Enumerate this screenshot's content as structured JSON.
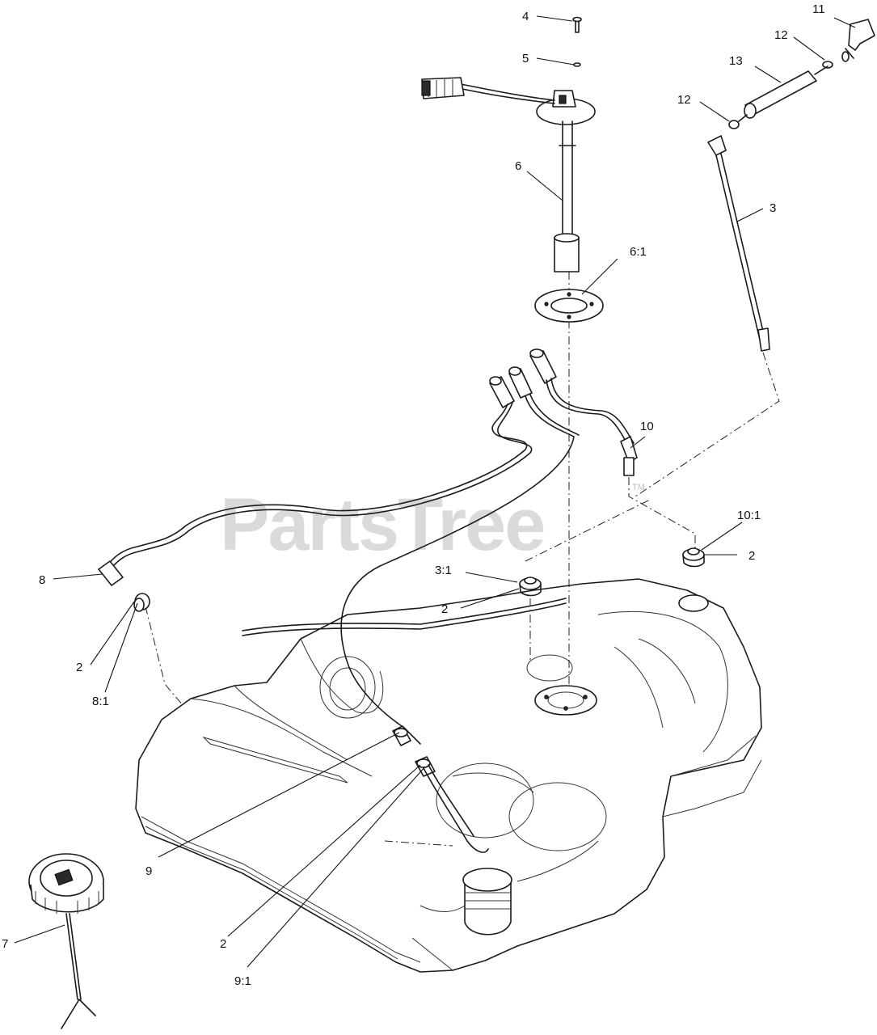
{
  "diagram": {
    "watermark": "PartsTree",
    "watermark_mark": "TM",
    "callouts": {
      "c4": "4",
      "c5": "5",
      "c6": "6",
      "c6_1": "6:1",
      "c11": "11",
      "c12a": "12",
      "c13": "13",
      "c12b": "12",
      "c3": "3",
      "c10": "10",
      "c10_1": "10:1",
      "c2_right": "2",
      "c3_1": "3:1",
      "c2_center": "2",
      "c8": "8",
      "c2_left": "2",
      "c8_1": "8:1",
      "c9": "9",
      "c2_bottom": "2",
      "c9_1": "9:1",
      "c7": "7"
    }
  }
}
